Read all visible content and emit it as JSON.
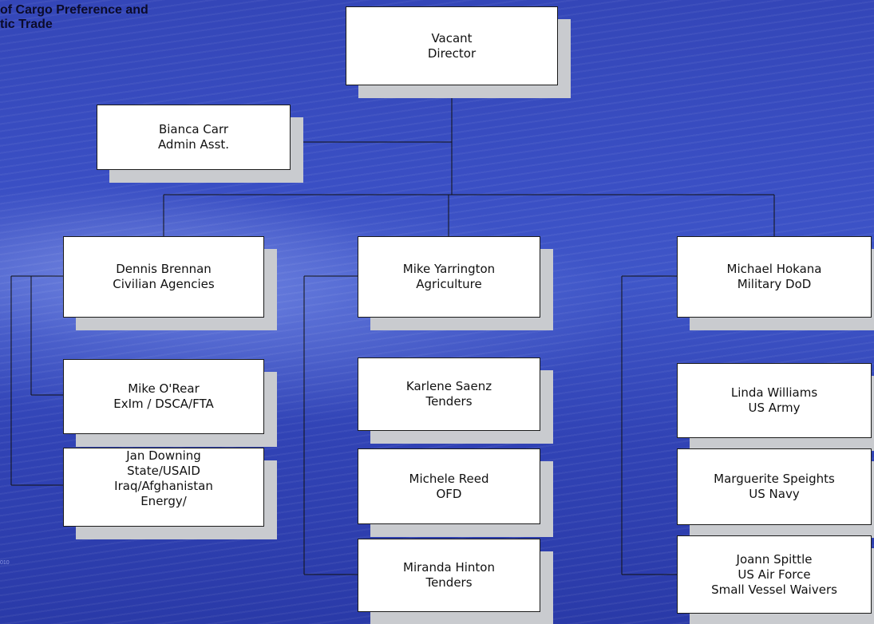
{
  "title": {
    "line1": "of Cargo Preference and",
    "line2": "tic Trade"
  },
  "footer": "010",
  "nodes": {
    "director": {
      "name": "Vacant",
      "role": "Director"
    },
    "admin": {
      "name": "Bianca Carr",
      "role": "Admin Asst."
    },
    "civilian": {
      "name": "Dennis Brennan",
      "role": "Civilian Agencies"
    },
    "agriculture": {
      "name": "Mike Yarrington",
      "role": "Agriculture"
    },
    "military": {
      "name": "Michael Hokana",
      "role": "Military DoD"
    },
    "orear": {
      "name": "Mike O'Rear",
      "role": "ExIm / DSCA/FTA"
    },
    "downing": {
      "name": "Jan Downing",
      "role": "State/USAID",
      "role2": "Iraq/Afghanistan",
      "role3": "Energy/"
    },
    "saenz": {
      "name": "Karlene Saenz",
      "role": "Tenders"
    },
    "reed": {
      "name": "Michele Reed",
      "role": "OFD"
    },
    "hinton": {
      "name": "Miranda Hinton",
      "role": "Tenders"
    },
    "williams": {
      "name": "Linda Williams",
      "role": "US Army"
    },
    "speights": {
      "name": "Marguerite Speights",
      "role": "US Navy"
    },
    "spittle": {
      "name": "Joann Spittle",
      "role": "US Air Force",
      "role2": "Small Vessel Waivers"
    }
  }
}
